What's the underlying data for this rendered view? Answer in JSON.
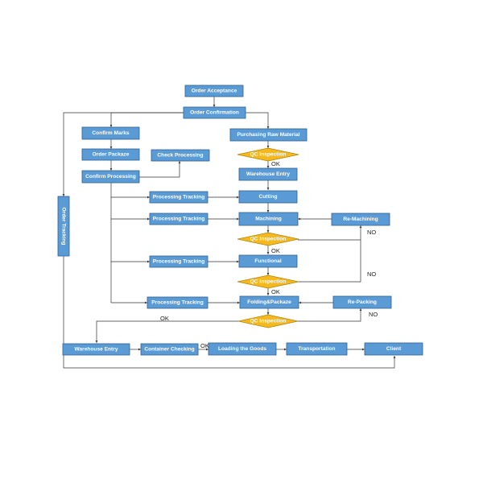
{
  "nodes": {
    "order_acceptance": "Order Acceptance",
    "order_confirmation": "Order Confirmation",
    "confirm_marks": "Confirm Marks",
    "order_package": "Order Packaze",
    "confirm_processing": "Confirm Processing",
    "check_processing": "Check Processing",
    "purchasing_raw_material": "Purchasing Raw Material",
    "qc_inspection_1": "QC Inspection",
    "warehouse_entry_top": "Warehouse Entry",
    "cutting": "Cutting",
    "machining": "Machining",
    "re_machining": "Re-Machining",
    "qc_inspection_2": "QC Inspection",
    "functional": "Functional",
    "qc_inspection_3": "QC Inspection",
    "folding_package": "Folding&Packaze",
    "re_packing": "Re-Packing",
    "qc_inspection_4": "QC Inspection",
    "processing_tracking_1": "Processing Tracking",
    "processing_tracking_2": "Processing Tracking",
    "processing_tracking_3": "Processing Tracking",
    "processing_tracking_4": "Processing Tracking",
    "order_tracking": "Order Tracking",
    "warehouse_entry_bottom": "Warehouse Entry",
    "container_checking": "Container Checking",
    "loading_the_goods": "Loading the Goods",
    "transportation": "Transportation",
    "client": "Client"
  },
  "labels": {
    "ok": "OK",
    "no": "NO"
  },
  "colors": {
    "box_fill": "#5b9bd5",
    "diamond_fill": "#f5b81d",
    "line": "#333333"
  }
}
